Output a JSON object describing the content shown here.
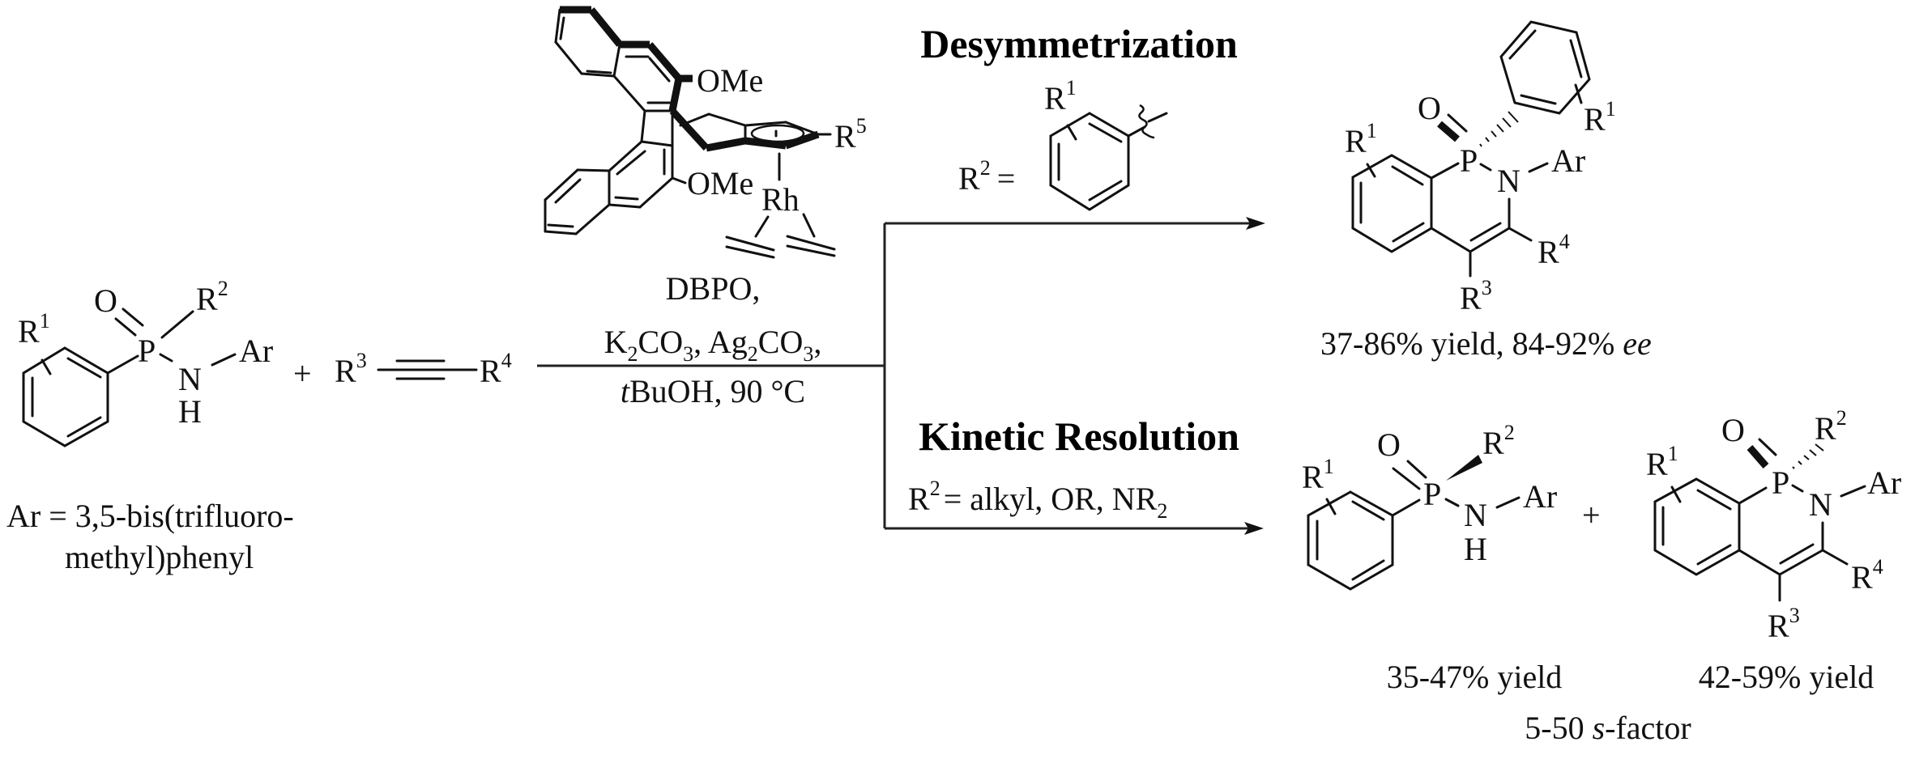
{
  "scheme": {
    "titles": {
      "desymmetrization": "Desymmetrization",
      "kinetic_resolution": "Kinetic Resolution"
    },
    "atoms": {
      "O": "O",
      "P": "P",
      "N": "N",
      "H": "H",
      "Ar": "Ar",
      "R": "R",
      "Rh": "Rh",
      "OMe": "OMe",
      "plus": "+",
      "equals": "="
    },
    "superscripts": {
      "one": "1",
      "two": "2",
      "three": "3",
      "four": "4",
      "five": "5"
    },
    "starting_material": {
      "ar_definition_line1": "Ar = 3,5-bis(trifluoro-",
      "ar_definition_line2": "methyl)phenyl"
    },
    "conditions": {
      "catalyst_name": "DBPO,",
      "bases": {
        "k": "K",
        "two": "2",
        "co": "CO",
        "three": "3",
        "sep": ", ",
        "ag": "Ag",
        "comma": ","
      },
      "solvent_prefix": "t",
      "solvent_rest": "BuOH, 90 °C"
    },
    "desymmetrization": {
      "r2_label": "R",
      "r2_sup": "2",
      "r2_equals": "=",
      "result_text": "37-86% yield, 84-92% ",
      "result_ee": "ee"
    },
    "kinetic_resolution": {
      "r2_condition_prefix": "= alkyl, OR, NR",
      "r2_condition_sub": "2",
      "recovered_yield": "35-47% yield",
      "product_yield": "42-59% yield",
      "s_factor_value": "5-50 ",
      "s_factor_s": "s",
      "s_factor_rest": "-factor"
    }
  }
}
